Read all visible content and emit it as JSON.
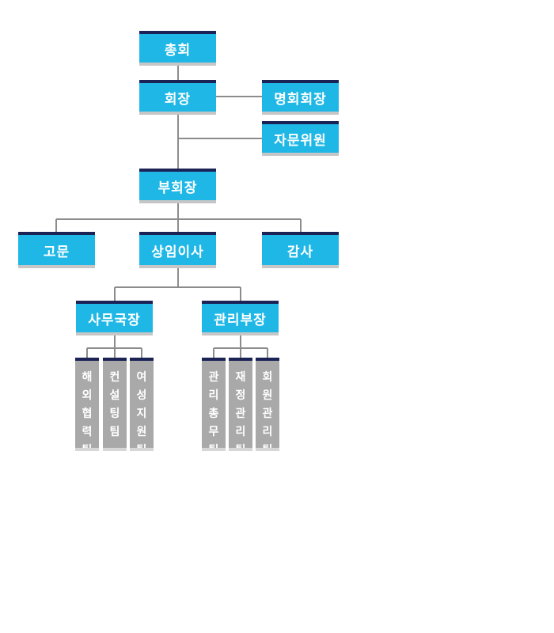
{
  "nodes": {
    "general_assembly": "총회",
    "chairman": "회장",
    "honorary_chairman": "명회회장",
    "advisory_committee": "자문위원",
    "vice_chairman": "부회장",
    "advisor": "고문",
    "standing_director": "상임이사",
    "auditor": "감사",
    "secretary_general": "사무국장",
    "management_manager": "관리부장"
  },
  "teams": {
    "overseas_cooperation": "해외협력팀",
    "consulting": "컨설팅팀",
    "women_support": "여성지원팀",
    "general_management": "관리총무팀",
    "finance_management": "재정관리팀",
    "member_management": "회원관리팀"
  },
  "colors": {
    "box_fill": "#1fb8e6",
    "box_cap": "#1b2256",
    "team_fill": "#a9a9a9",
    "connector": "#8c8c8c"
  }
}
